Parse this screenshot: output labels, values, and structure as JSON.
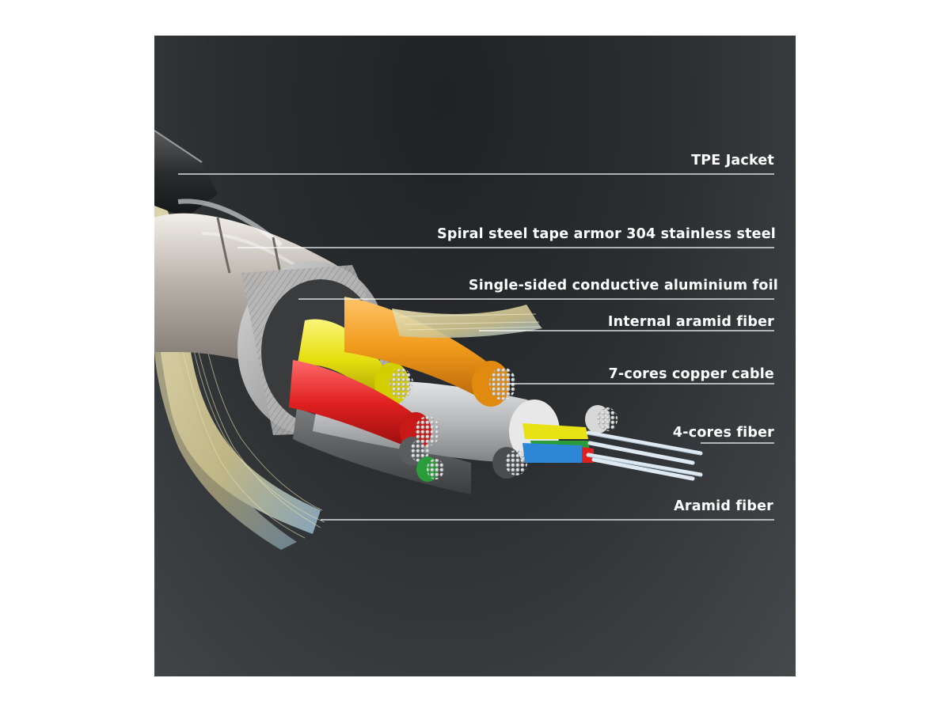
{
  "callouts": [
    {
      "id": "tpe-jacket",
      "label": "TPE Jacket"
    },
    {
      "id": "steel-armor",
      "label": "Spiral steel tape armor 304 stainless steel"
    },
    {
      "id": "aluminium-foil",
      "label": "Single-sided conductive aluminium foil"
    },
    {
      "id": "internal-aramid",
      "label": "Internal aramid fiber"
    },
    {
      "id": "copper-cable",
      "label": "7-cores copper cable"
    },
    {
      "id": "fiber-cores",
      "label": "4-cores fiber"
    },
    {
      "id": "aramid-fiber",
      "label": "Aramid fiber"
    }
  ],
  "colors": {
    "yellow": "#e8e214",
    "orange": "#f09a1a",
    "red": "#e02020",
    "grey": "#9a9c9e",
    "light-grey": "#c8c9ca",
    "green": "#2a9d3a",
    "blue": "#2e86d6",
    "steel": "#c9c4bd",
    "aramid": "#d8cfa0",
    "copper": "#c8c8c8"
  }
}
